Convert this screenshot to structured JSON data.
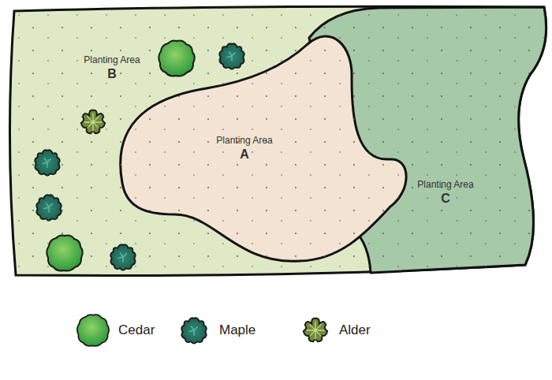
{
  "diagram": {
    "nodes": [
      {
        "text": [
          "Planting Area",
          "B"
        ]
      },
      {
        "text": [
          "Planting Area",
          "A"
        ]
      },
      {
        "text": [
          "Planting Area",
          "C"
        ]
      }
    ],
    "legend": [
      {
        "text": "Cedar"
      },
      {
        "text": "Maple"
      },
      {
        "text": "Alder"
      }
    ]
  }
}
